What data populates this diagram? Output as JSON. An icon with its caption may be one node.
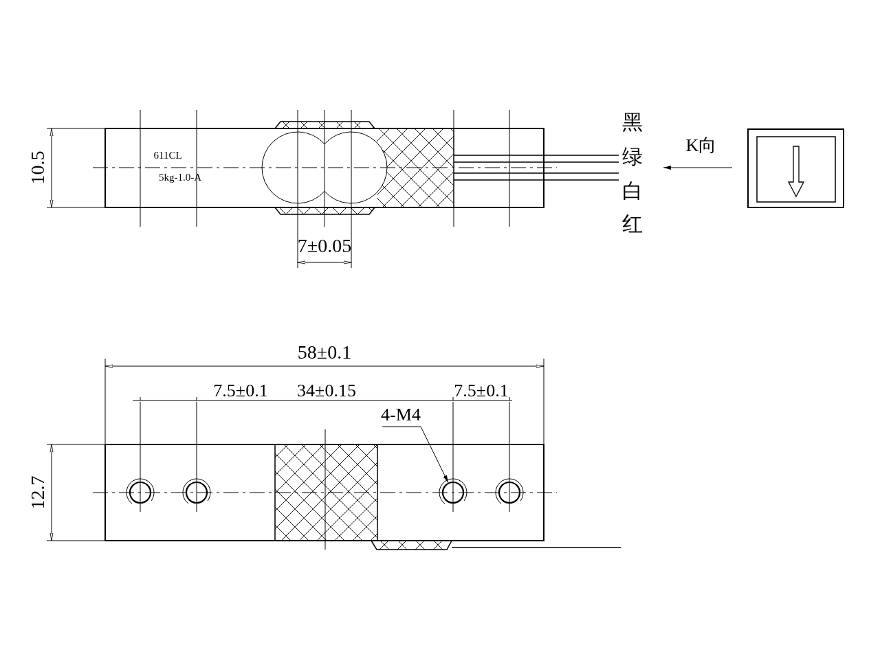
{
  "diagram": {
    "nodes": [
      {
        "text": [
          "4-M4"
        ]
      },
      {
        "text": [],
        "shape": "circle"
      }
    ],
    "edges": [
      {
        "from": 0,
        "to": 1,
        "arrow": "to"
      }
    ],
    "labels": [
      "611CL",
      "5kg-1.0-A",
      "10.5",
      "7±0.05",
      "黑",
      "绿",
      "白",
      "红",
      "K向",
      "58±0.1",
      "7.5±0.1",
      "34±0.15",
      "7.5±0.1",
      "12.7"
    ]
  }
}
